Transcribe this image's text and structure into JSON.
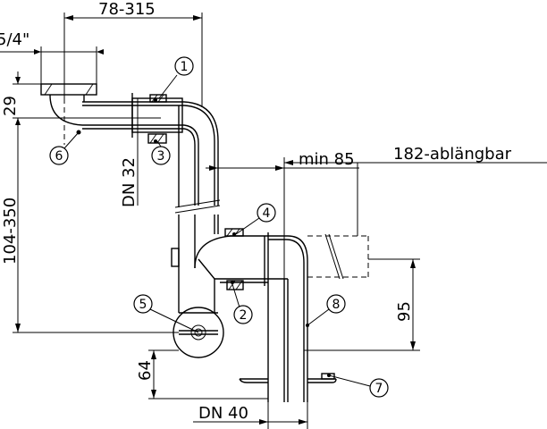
{
  "dimensions": {
    "top_width": "78-315",
    "thread": "5/4\"",
    "offset_29": "29",
    "height_range": "104-350",
    "pipe_dn32": "DN 32",
    "cut_length": "182-ablängbar",
    "min_85": "min 85",
    "height_95": "95",
    "height_64": "64",
    "pipe_dn40": "DN 40"
  },
  "callouts": [
    "1",
    "2",
    "3",
    "4",
    "5",
    "6",
    "7",
    "8"
  ]
}
